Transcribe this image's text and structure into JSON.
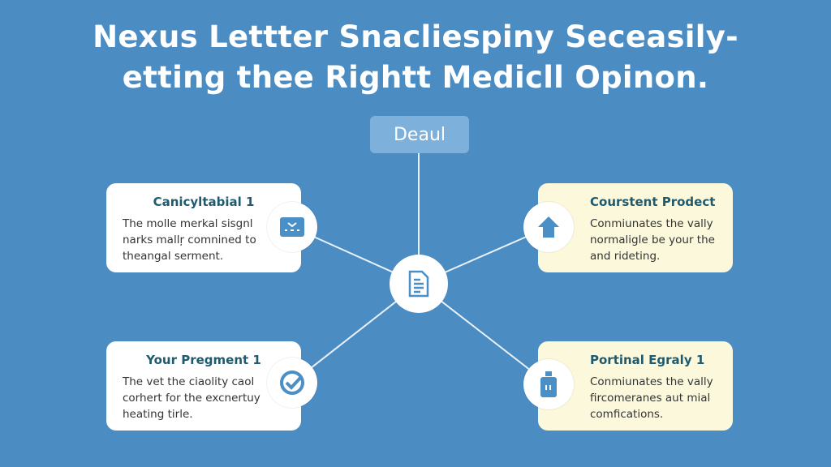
{
  "title": {
    "line1": "Nexus Lettter Snacliespiny Seceasily-",
    "line2": "etting thee Rightt Medicll Opinon."
  },
  "top_node": {
    "label": "Deaul"
  },
  "center_node": {
    "icon": "document-icon"
  },
  "colors": {
    "background": "#4b8cc3",
    "accent": "#4a8fc6",
    "heading": "#1f5a6e",
    "cream": "#fbf8dc"
  },
  "cards": [
    {
      "title": "Canicyltabial 1",
      "lines": [
        "The molle merkal sisgnl",
        "narks mallŗ comnined to",
        "theangal serment."
      ],
      "icon": "inbox-icon"
    },
    {
      "title": "Courstent Prodect",
      "lines": [
        "Conmiunates the vally",
        "normaligle be your the",
        "and rideting."
      ],
      "icon": "home-icon"
    },
    {
      "title": "Your Pregment 1",
      "lines": [
        "The vet the ciaolity caol",
        "corhert for the excnertuy",
        "heating tirle."
      ],
      "icon": "check-badge-icon"
    },
    {
      "title": "Portinal Egraly 1",
      "lines": [
        "Conmiunates the vally",
        "fircomeranes aut mial",
        "comfications."
      ],
      "icon": "medicine-bottle-icon"
    }
  ]
}
